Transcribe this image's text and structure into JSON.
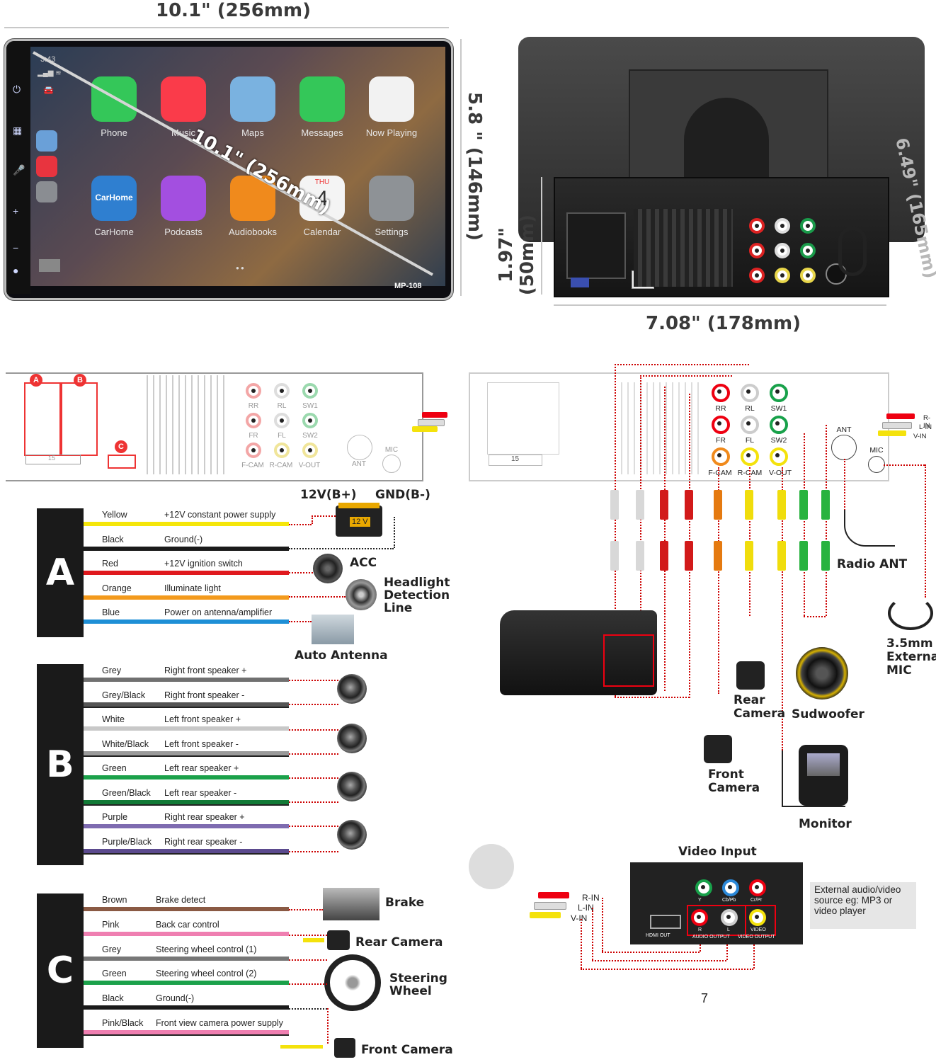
{
  "dimensions": {
    "width": "10.1\" (256mm)",
    "height": "5.8 \" (146mm)",
    "diagonal": "10.1\" (256mm)",
    "chassis_height": "1.97\" (50mm)",
    "chassis_width": "7.08\" (178mm)",
    "screen_height": "6.49\" (165mm)"
  },
  "device": {
    "model": "MP-108",
    "status_time": "3:43",
    "apps": [
      {
        "label": "Phone"
      },
      {
        "label": "Music"
      },
      {
        "label": "Maps"
      },
      {
        "label": "Messages"
      },
      {
        "label": "Now Playing"
      },
      {
        "label": "CarHome"
      },
      {
        "label": "Podcasts"
      },
      {
        "label": "Audiobooks"
      },
      {
        "label": "Calendar"
      },
      {
        "label": "Settings"
      }
    ],
    "carhome_icon_text": "CarHome",
    "calendar_day": "THU",
    "calendar_date": "4"
  },
  "panel": {
    "connector_a": "A",
    "connector_b": "B",
    "connector_c": "C",
    "pin_count": "15",
    "rca_labels": [
      "RR",
      "RL",
      "SW1",
      "FR",
      "FL",
      "SW2",
      "F-CAM",
      "R-CAM",
      "V-OUT"
    ],
    "ant": "ANT",
    "mic": "MIC",
    "tail_labels": [
      "R-IN",
      "L-IN",
      "V-IN"
    ]
  },
  "power": {
    "bplus": "12V(B+)",
    "gnd": "GND(B-)",
    "battery": "12 V"
  },
  "groups": {
    "a": {
      "letter": "A",
      "wires": [
        {
          "color_name": "Yellow",
          "function": "+12V constant power supply",
          "hex": "#f5e60a"
        },
        {
          "color_name": "Black",
          "function": "Ground(-)",
          "hex": "#1a1a1a"
        },
        {
          "color_name": "Red",
          "function": "+12V ignition switch",
          "hex": "#e0191e"
        },
        {
          "color_name": "Orange",
          "function": "Illuminate light",
          "hex": "#f39a1c"
        },
        {
          "color_name": "Blue",
          "function": "Power on antenna/amplifier",
          "hex": "#1e8fd6"
        }
      ]
    },
    "b": {
      "letter": "B",
      "wires": [
        {
          "color_name": "Grey",
          "function": "Right front speaker +",
          "hex": "#707070"
        },
        {
          "color_name": "Grey/Black",
          "function": "Right front speaker -",
          "hex": "#555555"
        },
        {
          "color_name": "White",
          "function": "Left front speaker +",
          "hex": "#c8c8c8"
        },
        {
          "color_name": "White/Black",
          "function": "Left front speaker -",
          "hex": "#9a9a9a"
        },
        {
          "color_name": "Green",
          "function": "Left rear speaker +",
          "hex": "#1ba14a"
        },
        {
          "color_name": "Green/Black",
          "function": "Left rear speaker -",
          "hex": "#127a36"
        },
        {
          "color_name": "Purple",
          "function": "Right rear speaker +",
          "hex": "#7e6bb0"
        },
        {
          "color_name": "Purple/Black",
          "function": "Right rear speaker -",
          "hex": "#5b4a8e"
        }
      ]
    },
    "c": {
      "letter": "C",
      "wires": [
        {
          "color_name": "Brown",
          "function": "Brake detect",
          "hex": "#8a5a44"
        },
        {
          "color_name": "Pink",
          "function": "Back car control",
          "hex": "#ef7fb1"
        },
        {
          "color_name": "Grey",
          "function": "Steering wheel control (1)",
          "hex": "#777777"
        },
        {
          "color_name": "Green",
          "function": "Steering wheel control (2)",
          "hex": "#1ba14a"
        },
        {
          "color_name": "Black",
          "function": "Ground(-)",
          "hex": "#1a1a1a"
        },
        {
          "color_name": "Pink/Black",
          "function": "Front view camera power supply",
          "hex": "#ef7fb1"
        }
      ]
    }
  },
  "labels": {
    "acc": "ACC",
    "headlight": [
      "Headlight",
      "Detection",
      "Line"
    ],
    "auto_antenna": "Auto Antenna",
    "brake": "Brake",
    "rear_camera": "Rear Camera",
    "steering": [
      "Steering",
      "Wheel"
    ],
    "front_camera": "Front Camera",
    "radio_ant": "Radio ANT",
    "ext_mic": [
      "3.5mm",
      "External",
      "MIC"
    ],
    "rear_camera_r": [
      "Rear",
      "Camera"
    ],
    "subwoofer": "Sudwoofer",
    "front_camera_r": [
      "Front",
      "Camera"
    ],
    "monitor": "Monitor",
    "video_input": "Video Input",
    "ext_source": "External audio/video source eg: MP3 or video player",
    "page_number": "7",
    "player_labels": [
      "HDMI OUT",
      "AUDIO OUTPUT",
      "VIDEO OUTPUT",
      "Y",
      "Cb/Pb",
      "Cr/Pr",
      "R",
      "L",
      "VIDEO"
    ]
  }
}
